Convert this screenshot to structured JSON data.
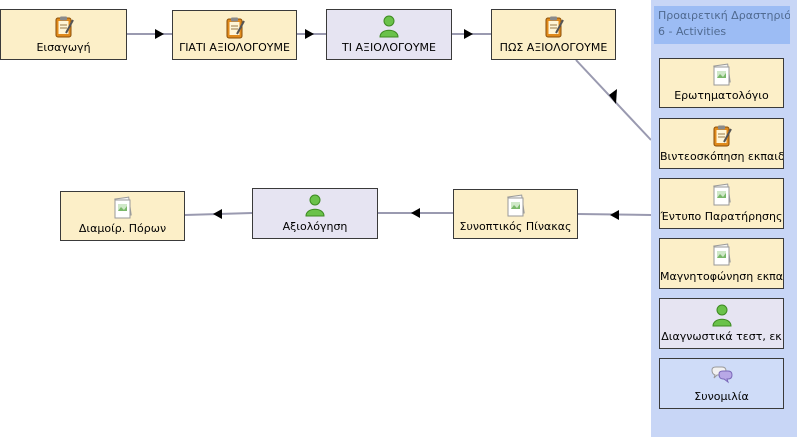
{
  "sequence": [
    {
      "id": "n1",
      "label": "Εισαγωγή",
      "icon": "clipboard-pencil-icon",
      "kind": "tool"
    },
    {
      "id": "n2",
      "label": "ΓΙΑΤΙ ΑΞΙΟΛΟΓΟΥΜΕ",
      "icon": "clipboard-pencil-icon",
      "kind": "tool"
    },
    {
      "id": "n3",
      "label": "ΤΙ ΑΞΙΟΛΟΓΟΥΜΕ",
      "icon": "person-icon",
      "kind": "gate"
    },
    {
      "id": "n4",
      "label": "ΠΩΣ ΑΞΙΟΛΟΓΟΥΜΕ",
      "icon": "clipboard-pencil-icon",
      "kind": "tool"
    },
    {
      "id": "n5",
      "label": "Συνοπτικός Πίνακας",
      "icon": "image-note-icon",
      "kind": "tool"
    },
    {
      "id": "n6",
      "label": "Αξιολόγηση",
      "icon": "person-icon",
      "kind": "gate"
    },
    {
      "id": "n7",
      "label": "Διαμοίρ. Πόρων",
      "icon": "image-note-icon",
      "kind": "tool"
    }
  ],
  "panel": {
    "title": "Προαιρετική Δραστηριότητα",
    "subtitle": "6 - Activities",
    "items": [
      {
        "label": "Ερωτηματολόγιο",
        "icon": "image-note-icon",
        "kind": "tool"
      },
      {
        "label": "Βιντεοσκόπηση εκπαιδ",
        "icon": "clipboard-pencil-icon",
        "kind": "tool"
      },
      {
        "label": "Έντυπο Παρατήρησης",
        "icon": "image-note-icon",
        "kind": "tool"
      },
      {
        "label": "Μαγνητοφώνηση εκπαιδ",
        "icon": "image-note-icon",
        "kind": "tool"
      },
      {
        "label": "Διαγνωστικά τεστ, εκ",
        "icon": "person-icon",
        "kind": "gate"
      },
      {
        "label": "Συνομιλία",
        "icon": "chat-bubbles-icon",
        "kind": "chat"
      }
    ]
  },
  "colors": {
    "tool": "#fcefc8",
    "gate": "#e6e4f2",
    "chat": "#cfdcf8",
    "arrow": "#9a9ab0",
    "panel": "#c8d6f6"
  }
}
